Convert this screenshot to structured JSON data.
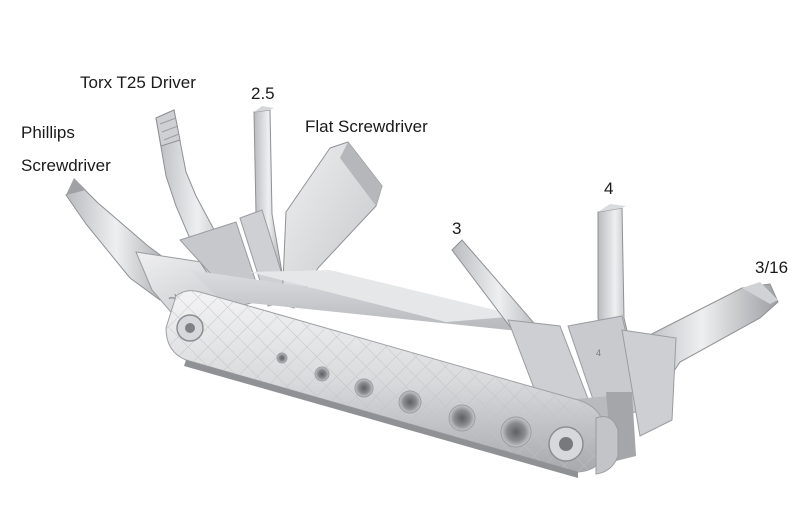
{
  "labels": {
    "torx": "Torx T25 Driver",
    "hex_2_5": "2.5",
    "flat": "Flat Screwdriver",
    "phillips_line1": "Phillips",
    "phillips_line2": "Screwdriver",
    "hex_3": "3",
    "hex_4": "4",
    "hex_3_16": "3/16"
  },
  "colors": {
    "background": "#ffffff",
    "metal_light": "#e4e5e7",
    "metal_mid": "#c9cacd",
    "metal_dark": "#8d8f93",
    "label_text": "#1a1a1a"
  }
}
